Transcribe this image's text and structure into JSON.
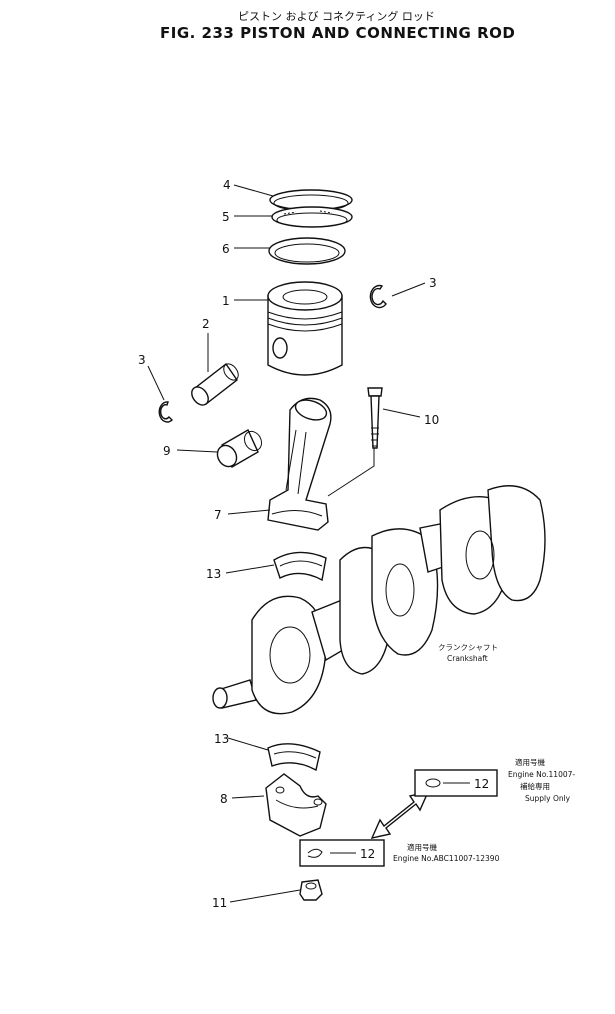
{
  "header": {
    "title_jp": "ピストン および コネクティング ロッド",
    "title_en": "FIG. 233   PISTON  AND  CONNECTING  ROD"
  },
  "callouts": [
    {
      "id": "4",
      "label": "4"
    },
    {
      "id": "5",
      "label": "5"
    },
    {
      "id": "6",
      "label": "6"
    },
    {
      "id": "1",
      "label": "1"
    },
    {
      "id": "3a",
      "label": "3"
    },
    {
      "id": "2",
      "label": "2"
    },
    {
      "id": "3b",
      "label": "3"
    },
    {
      "id": "10",
      "label": "10"
    },
    {
      "id": "9",
      "label": "9"
    },
    {
      "id": "7",
      "label": "7"
    },
    {
      "id": "13a",
      "label": "13"
    },
    {
      "id": "13b",
      "label": "13"
    },
    {
      "id": "8",
      "label": "8"
    },
    {
      "id": "11",
      "label": "11"
    }
  ],
  "crankshaft": {
    "label_jp": "クランクシャフト",
    "label_en": "Crankshaft"
  },
  "box_upper": {
    "part_no": "12",
    "note_jp_1": "適用号機",
    "note_en_1": "Engine No.11007-",
    "note_jp_2": "補給専用",
    "note_en_2": "Supply Only"
  },
  "box_lower": {
    "part_no": "12",
    "note_jp": "適用号機",
    "note_en": "Engine No.ABC11007-12390"
  }
}
